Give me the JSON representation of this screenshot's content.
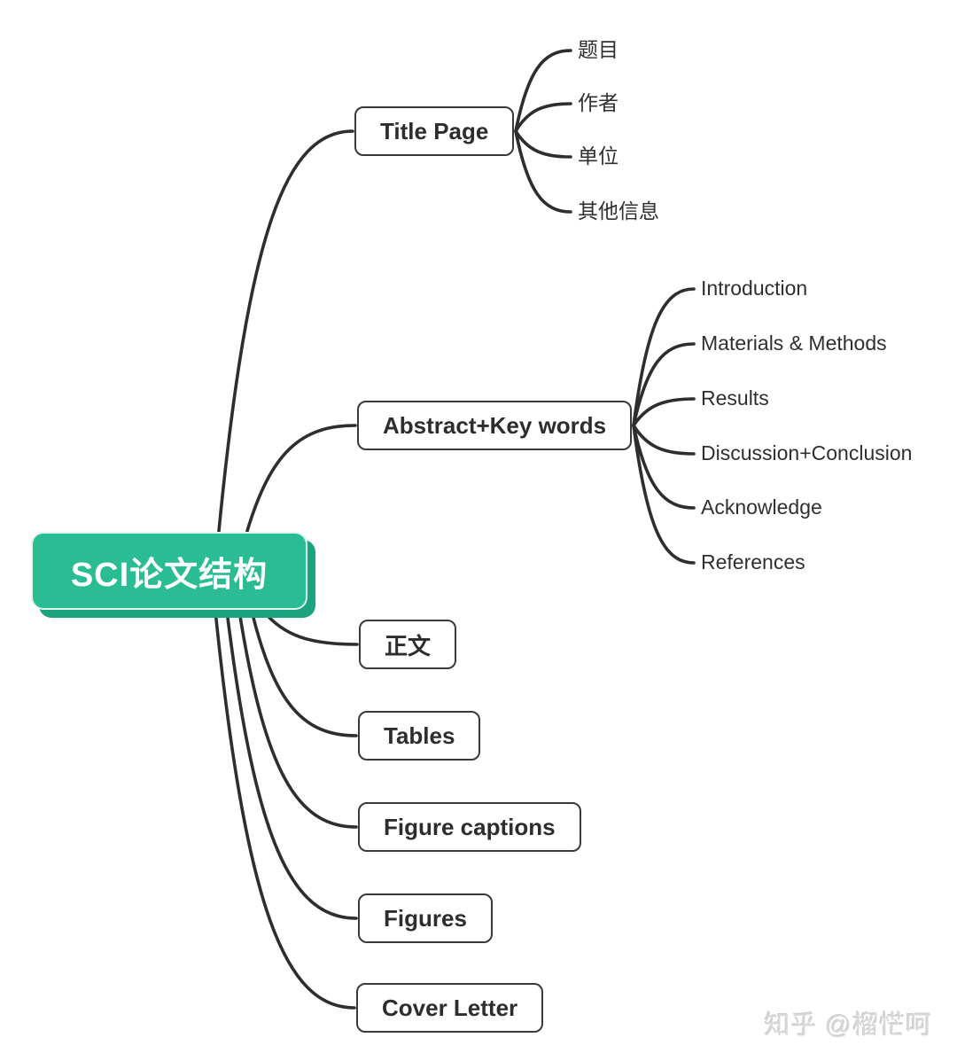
{
  "colors": {
    "accent_green": "#2abd94",
    "accent_green_dark": "#1aa37c",
    "line": "#2e2e2e",
    "node_border": "#3a3a3a",
    "node_text": "#2d2d2d",
    "leaf_text": "#2f2f2f",
    "root_text": "#ffffff",
    "watermark_text": "#d8d8d8",
    "background": "#ffffff"
  },
  "root": {
    "label": "SCI论文结构"
  },
  "branches": [
    {
      "label": "Title Page",
      "children": [
        "题目",
        "作者",
        "单位",
        "其他信息"
      ]
    },
    {
      "label": "Abstract+Key words",
      "children": [
        "Introduction",
        "Materials & Methods",
        "Results",
        "Discussion+Conclusion",
        "Acknowledge",
        "References"
      ]
    },
    {
      "label": "正文",
      "children": []
    },
    {
      "label": "Tables",
      "children": []
    },
    {
      "label": "Figure captions",
      "children": []
    },
    {
      "label": "Figures",
      "children": []
    },
    {
      "label": "Cover Letter",
      "children": []
    }
  ],
  "watermark": {
    "text": "知乎 @榴恾呵"
  }
}
